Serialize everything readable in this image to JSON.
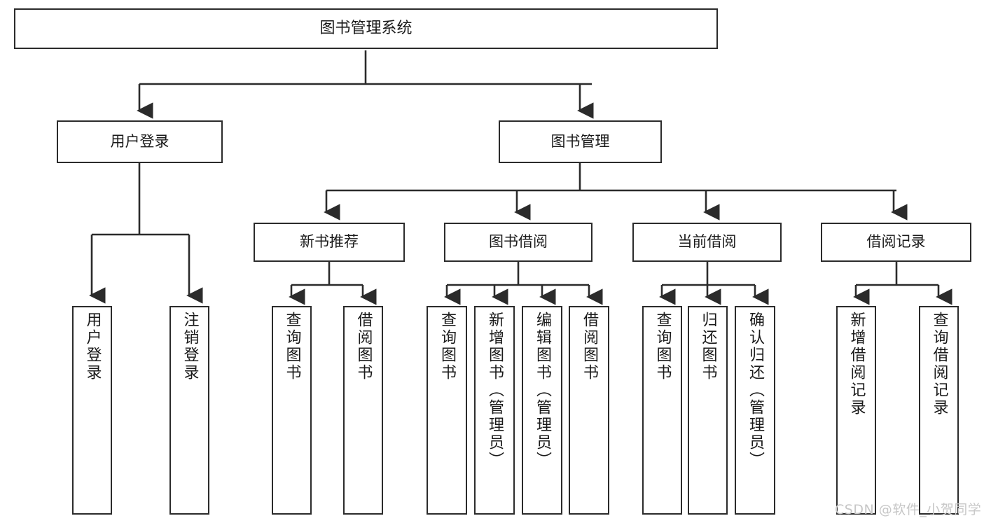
{
  "diagram": {
    "type": "hierarchy-tree",
    "title": "图书管理系统",
    "root": {
      "id": "root",
      "label": "图书管理系统"
    },
    "level1": [
      {
        "id": "user-login",
        "label": "用户登录"
      },
      {
        "id": "book-management",
        "label": "图书管理"
      }
    ],
    "level2": [
      {
        "id": "new-book-recommend",
        "label": "新书推荐",
        "parent": "book-management"
      },
      {
        "id": "book-borrow",
        "label": "图书借阅",
        "parent": "book-management"
      },
      {
        "id": "current-borrow",
        "label": "当前借阅",
        "parent": "book-management"
      },
      {
        "id": "borrow-record",
        "label": "借阅记录",
        "parent": "book-management"
      }
    ],
    "leaves": {
      "user-login": [
        {
          "id": "leaf-user-login",
          "label": "用户登录"
        },
        {
          "id": "leaf-logout",
          "label": "注销登录"
        }
      ],
      "new-book-recommend": [
        {
          "id": "leaf-query-book-1",
          "label": "查询图书"
        },
        {
          "id": "leaf-borrow-book-1",
          "label": "借阅图书"
        }
      ],
      "book-borrow": [
        {
          "id": "leaf-query-book-2",
          "label": "查询图书"
        },
        {
          "id": "leaf-add-book",
          "label": "新增图书（管理员）"
        },
        {
          "id": "leaf-edit-book",
          "label": "编辑图书（管理员）"
        },
        {
          "id": "leaf-borrow-book-2",
          "label": "借阅图书"
        }
      ],
      "current-borrow": [
        {
          "id": "leaf-query-book-3",
          "label": "查询图书"
        },
        {
          "id": "leaf-return-book",
          "label": "归还图书"
        },
        {
          "id": "leaf-confirm-return",
          "label": "确认归还（管理员）"
        }
      ],
      "borrow-record": [
        {
          "id": "leaf-add-record",
          "label": "新增借阅记录"
        },
        {
          "id": "leaf-query-record",
          "label": "查询借阅记录"
        }
      ]
    }
  },
  "watermark": {
    "text": "CSDN @软件_小贺同学"
  },
  "colors": {
    "stroke": "#2b2b2b",
    "fill": "#ffffff",
    "text": "#1a1a1a",
    "watermark": "#c7c7c7"
  }
}
